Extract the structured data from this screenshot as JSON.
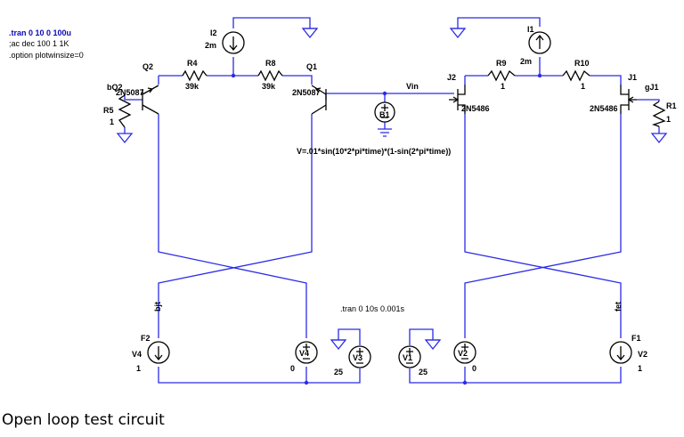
{
  "caption": "Open loop test circuit",
  "spice_directives": [
    ".tran 0 10 0 100u",
    ";ac dec 100 1 1K",
    ".option plotwinsize=0"
  ],
  "tran_directive_2": ".tran 0 10s 0.001s",
  "source_expression": "V=.01*sin(10*2*pi*time)*(1-sin(2*pi*time))",
  "net_labels": {
    "vin": "Vin",
    "bq2": "bQ2",
    "gj1": "gJ1",
    "bjt": "bjt",
    "fet": "fet"
  },
  "components": {
    "i2": {
      "name": "I2",
      "value": "2m"
    },
    "i1": {
      "name": "I1",
      "value": "2m"
    },
    "q2": {
      "name": "Q2",
      "model": "2N5087"
    },
    "q1": {
      "name": "Q1",
      "model": "2N5087"
    },
    "j2": {
      "name": "J2",
      "model": "2N5486"
    },
    "j1": {
      "name": "J1",
      "model": "2N5486"
    },
    "r4": {
      "name": "R4",
      "value": "39k"
    },
    "r8": {
      "name": "R8",
      "value": "39k"
    },
    "r9": {
      "name": "R9",
      "value": "1"
    },
    "r10": {
      "name": "R10",
      "value": "1"
    },
    "r5": {
      "name": "R5",
      "value": "1"
    },
    "r1": {
      "name": "R1",
      "value": "1"
    },
    "b1": {
      "name": "B1"
    },
    "f2": {
      "name": "F2",
      "value": "1"
    },
    "v4": {
      "name": "V4",
      "value": "0"
    },
    "v3": {
      "name": "V3",
      "value": "25"
    },
    "v1": {
      "name": "V1",
      "value": "25"
    },
    "v2": {
      "name": "V2",
      "value": "0"
    },
    "f1": {
      "name": "F1",
      "value": "1"
    }
  },
  "colors": {
    "wire": "#2b2be6",
    "component": "#000000",
    "directive": "#0a0ab4",
    "background": "#ffffff"
  }
}
